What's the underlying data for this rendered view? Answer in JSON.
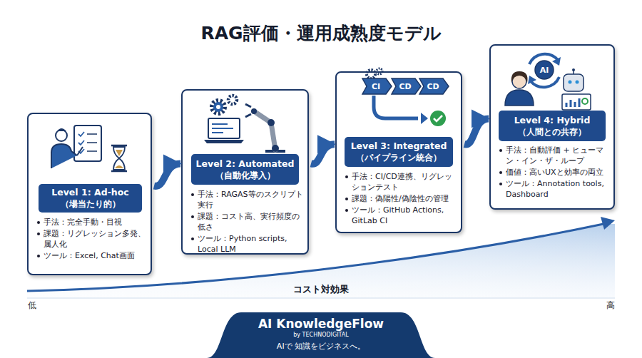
{
  "diagram": {
    "title": "RAG評価・運用成熟度モデル",
    "nodes": [
      {
        "text": [
          "手法：完全手動・目視",
          "課題：リグレッション多発、属人化",
          "ツール：Excel, Chat画面"
        ]
      },
      {
        "text": [
          "Level 1: Ad-hoc",
          "（場当たり的）"
        ],
        "in": 0
      },
      {
        "text": [
          "手法：RAGAS等のスクリプト実行",
          "課題：コスト高、実行頻度の低さ",
          "ツール：Python scripts, Local LLM"
        ]
      },
      {
        "text": [
          "Level 2: Automated",
          "（自動化導入）"
        ],
        "in": 2
      },
      {
        "text": [
          "手法：CI/CD連携、リグレッションテスト",
          "課題：偽陽性/偽陰性の管理",
          "ツール：GitHub Actions, GitLab CI"
        ]
      },
      {
        "text": [
          "Level 3: Integrated",
          "（パイプライン統合）"
        ],
        "in": 4
      },
      {
        "text": [
          "手法：自動評価 + ヒューマン・イン・ザ・ループ",
          "価値：高いUXと効率の両立",
          "ツール：Annotation tools, Dashboard"
        ]
      },
      {
        "text": [
          "Level 4: Hybrid",
          "（人間との共存）"
        ],
        "in": 6
      },
      {
        "text": [
          "AI KnowledgeFlow",
          "by TECHNODIGITAL",
          "AIで 知識をビジネスへ。"
        ]
      }
    ],
    "edges": [
      {
        "from": 0,
        "to": 2,
        "arrow": "to"
      },
      {
        "from": 2,
        "to": 4,
        "arrow": "to"
      },
      {
        "from": 4,
        "to": 6,
        "arrow": "to"
      }
    ],
    "labels": [
      "CI",
      "CD",
      "CD",
      "AI",
      "コスト対効果",
      "低",
      "高"
    ]
  }
}
